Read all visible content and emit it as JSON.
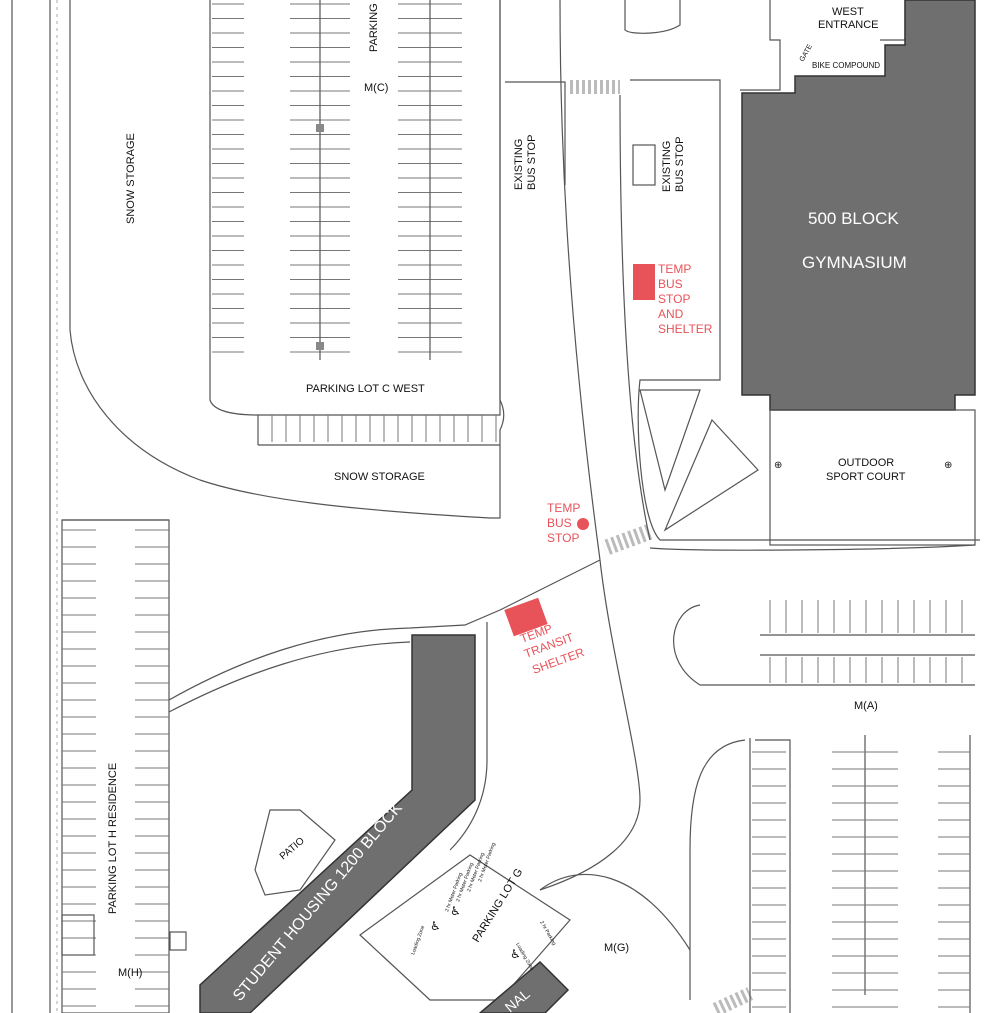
{
  "labels": {
    "snow_storage_left": "SNOW STORAGE",
    "snow_storage_bottom": "SNOW STORAGE",
    "parking_lot_c_west": "PARKING LOT C WEST",
    "parking_top": "PARKING",
    "meter_c": "M(C)",
    "existing_bus_stop_left_1": "EXISTING",
    "existing_bus_stop_left_2": "BUS STOP",
    "existing_bus_stop_right_1": "EXISTING",
    "existing_bus_stop_right_2": "BUS STOP",
    "west_entrance_1": "WEST",
    "west_entrance_2": "ENTRANCE",
    "gate": "GATE",
    "bike_compound": "BIKE COMPOUND",
    "gym_1": "500 BLOCK",
    "gym_2": "GYMNASIUM",
    "outdoor_1": "OUTDOOR",
    "outdoor_2": "SPORT COURT",
    "meter_a": "M(A)",
    "parking_lot_h": "PARKING LOT H RESIDENCE",
    "meter_h": "M(H)",
    "patio": "PATIO",
    "student_housing": "STUDENT HOUSING  1200 BLOCK",
    "parking_lot_g": "PARKING LOT G",
    "meter_g": "M(G)",
    "nal_fragment": "NAL"
  },
  "temp_labels": {
    "bus_stop_shelter": [
      "TEMP",
      "BUS",
      "STOP",
      "AND",
      "SHELTER"
    ],
    "bus_stop": [
      "TEMP",
      "BUS",
      "STOP"
    ],
    "transit_shelter": [
      "TEMP",
      "TRANSIT",
      "SHELTER"
    ]
  },
  "lot_g_stalls": [
    "2 hr Meter Parking",
    "2 hr Meter Parking",
    "2 hr Meter Parking",
    "2 hr Meter Parking"
  ],
  "lot_g_right": [
    "2 hr Parking",
    "Loading Zone"
  ],
  "lot_g_left": "Loading Zone",
  "colors": {
    "temp": "#e8535a",
    "building": "#6f6f6f",
    "lines": "#555555"
  }
}
